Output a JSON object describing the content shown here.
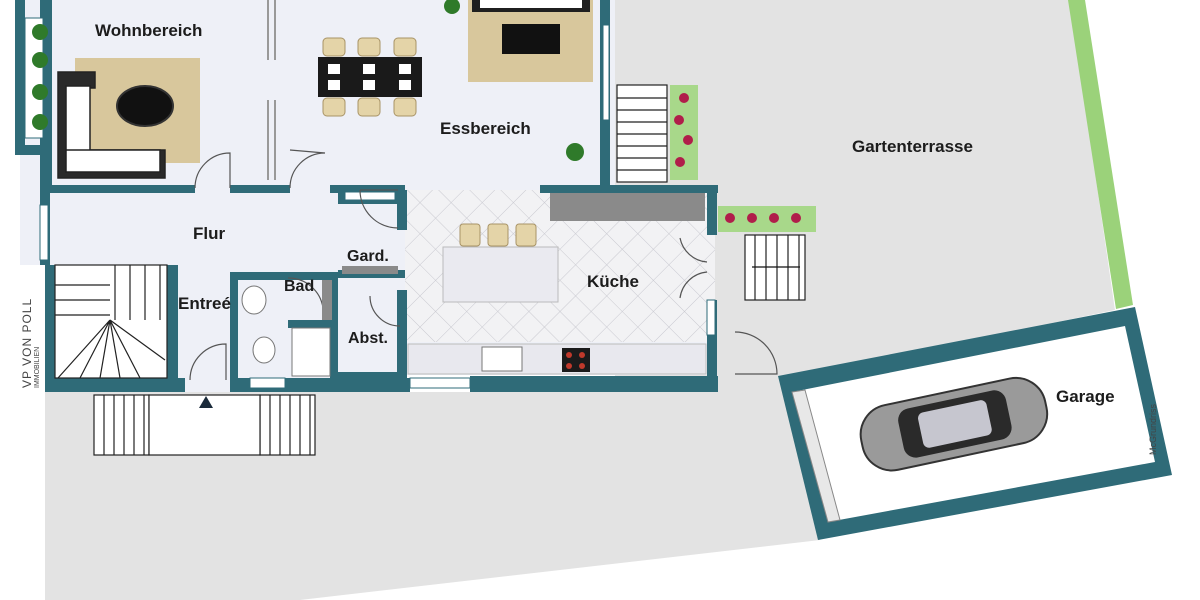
{
  "rooms": {
    "wohnbereich": "Wohnbereich",
    "essbereich": "Essbereich",
    "gartenterrasse": "Gartenterrasse",
    "flur": "Flur",
    "gard": "Gard.",
    "kueche": "Küche",
    "bad": "Bad",
    "entree": "Entreé",
    "abst": "Abst.",
    "garage": "Garage"
  },
  "branding": {
    "logo_text": "VP VON POLL",
    "logo_sub": "IMMOBILIEN",
    "credit": "McGrundriss"
  },
  "colors": {
    "wall": "#2f6b78",
    "floor": "#eef0f7",
    "terrace": "#e3e3e3",
    "lawn": "#9bd27a",
    "rug": "#d8c79c"
  }
}
